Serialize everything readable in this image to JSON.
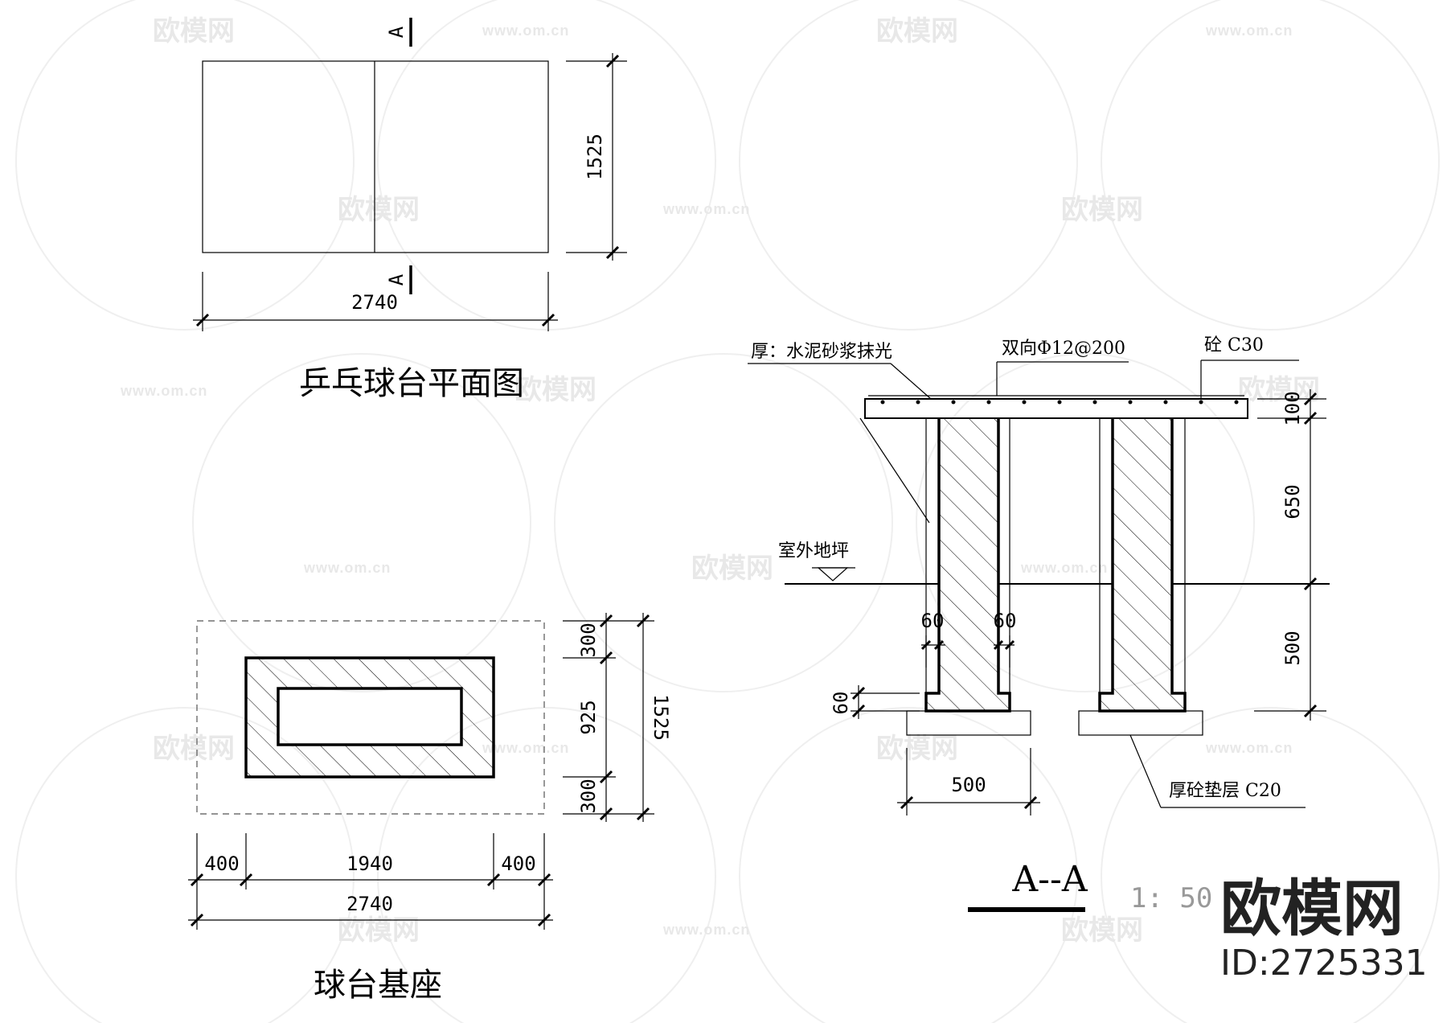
{
  "plan": {
    "title": "乒乓球台平面图",
    "section_mark": "A",
    "dim_width": "2740",
    "dim_height": "1525"
  },
  "base": {
    "title": "球台基座",
    "dim_left": "400",
    "dim_mid": "1940",
    "dim_right": "400",
    "dim_total": "2740",
    "dim_top": "300",
    "dim_center": "925",
    "dim_bottom": "300",
    "dim_overall": "1525"
  },
  "section": {
    "title": "A--A",
    "scale": "1: 50",
    "note_mortar": "厚：水泥砂浆抹光",
    "note_rebar": "双向Φ12@200",
    "note_concrete": "砼 C30",
    "note_ground": "室外地坪",
    "note_cushion": "厚砼垫层 C20",
    "dim_slab": "100",
    "dim_above": "650",
    "dim_below": "500",
    "dim_offset_left": "60",
    "dim_offset_right": "60",
    "dim_step": "60",
    "dim_footing": "500"
  },
  "watermark": {
    "brand": "欧模网",
    "url": "www.om.cn"
  },
  "logo": {
    "brand": "欧模网",
    "id": "ID:2725331"
  }
}
